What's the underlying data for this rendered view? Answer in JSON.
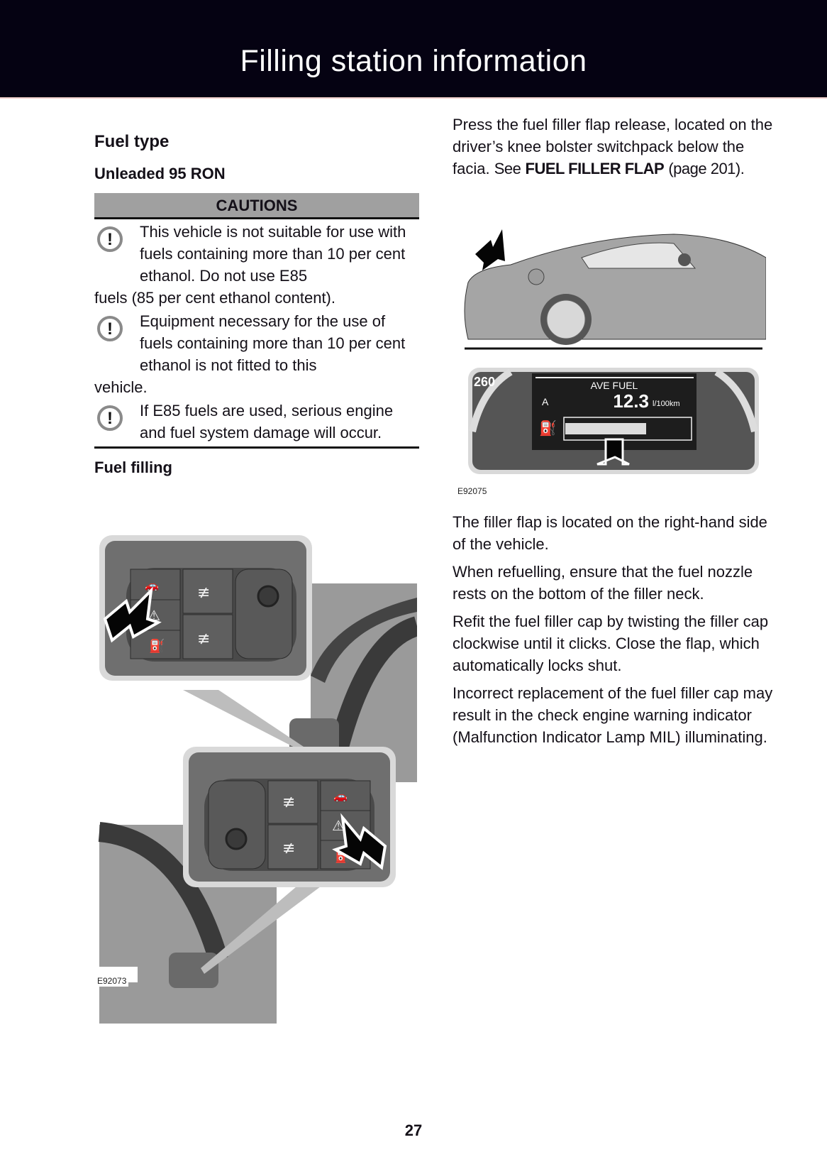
{
  "header": {
    "title": "Filling station information"
  },
  "left": {
    "section_title": "Fuel type",
    "fuel_grade": "Unleaded 95 RON",
    "cautions_title": "CAUTIONS",
    "cautions": [
      {
        "icon": "exclamation-circle-icon",
        "indented": "This vehicle is not suitable for use with fuels containing more than 10 per cent ethanol. Do not use E85",
        "overflow": "fuels (85 per cent ethanol content)."
      },
      {
        "icon": "exclamation-circle-icon",
        "indented": "Equipment necessary for the use of fuels containing more than 10 per cent ethanol is not fitted to this",
        "overflow": "vehicle."
      },
      {
        "icon": "exclamation-circle-icon",
        "indented": "If E85 fuels are used, serious engine and fuel system damage will occur.",
        "overflow": ""
      }
    ],
    "fuel_filling_title": "Fuel filling",
    "figure_label": "E92073"
  },
  "right": {
    "intro": {
      "text": "Press the fuel filler flap release, located on the driver’s knee bolster switchpack below the facia.",
      "see": "See",
      "ref": "FUEL FILLER FLAP",
      "page_ref": "(page 201)."
    },
    "figure_label": "E92075",
    "display": {
      "title": "AVE FUEL",
      "mode": "A",
      "value": "12.3",
      "unit": "l/100km",
      "gauge_left": "260",
      "bar_fraction": 0.65
    },
    "paragraphs": [
      "The filler flap is located on the right-hand side of the vehicle.",
      "When refuelling, ensure that the fuel nozzle rests on the bottom of the filler neck.",
      "Refit the fuel filler cap by twisting the filler cap clockwise until it clicks. Close the flap, which automatically locks shut.",
      "Incorrect replacement of the fuel filler cap may result in the check engine warning indicator (Malfunction Indicator Lamp MIL) illuminating."
    ]
  },
  "footer": {
    "page_number": "27"
  }
}
